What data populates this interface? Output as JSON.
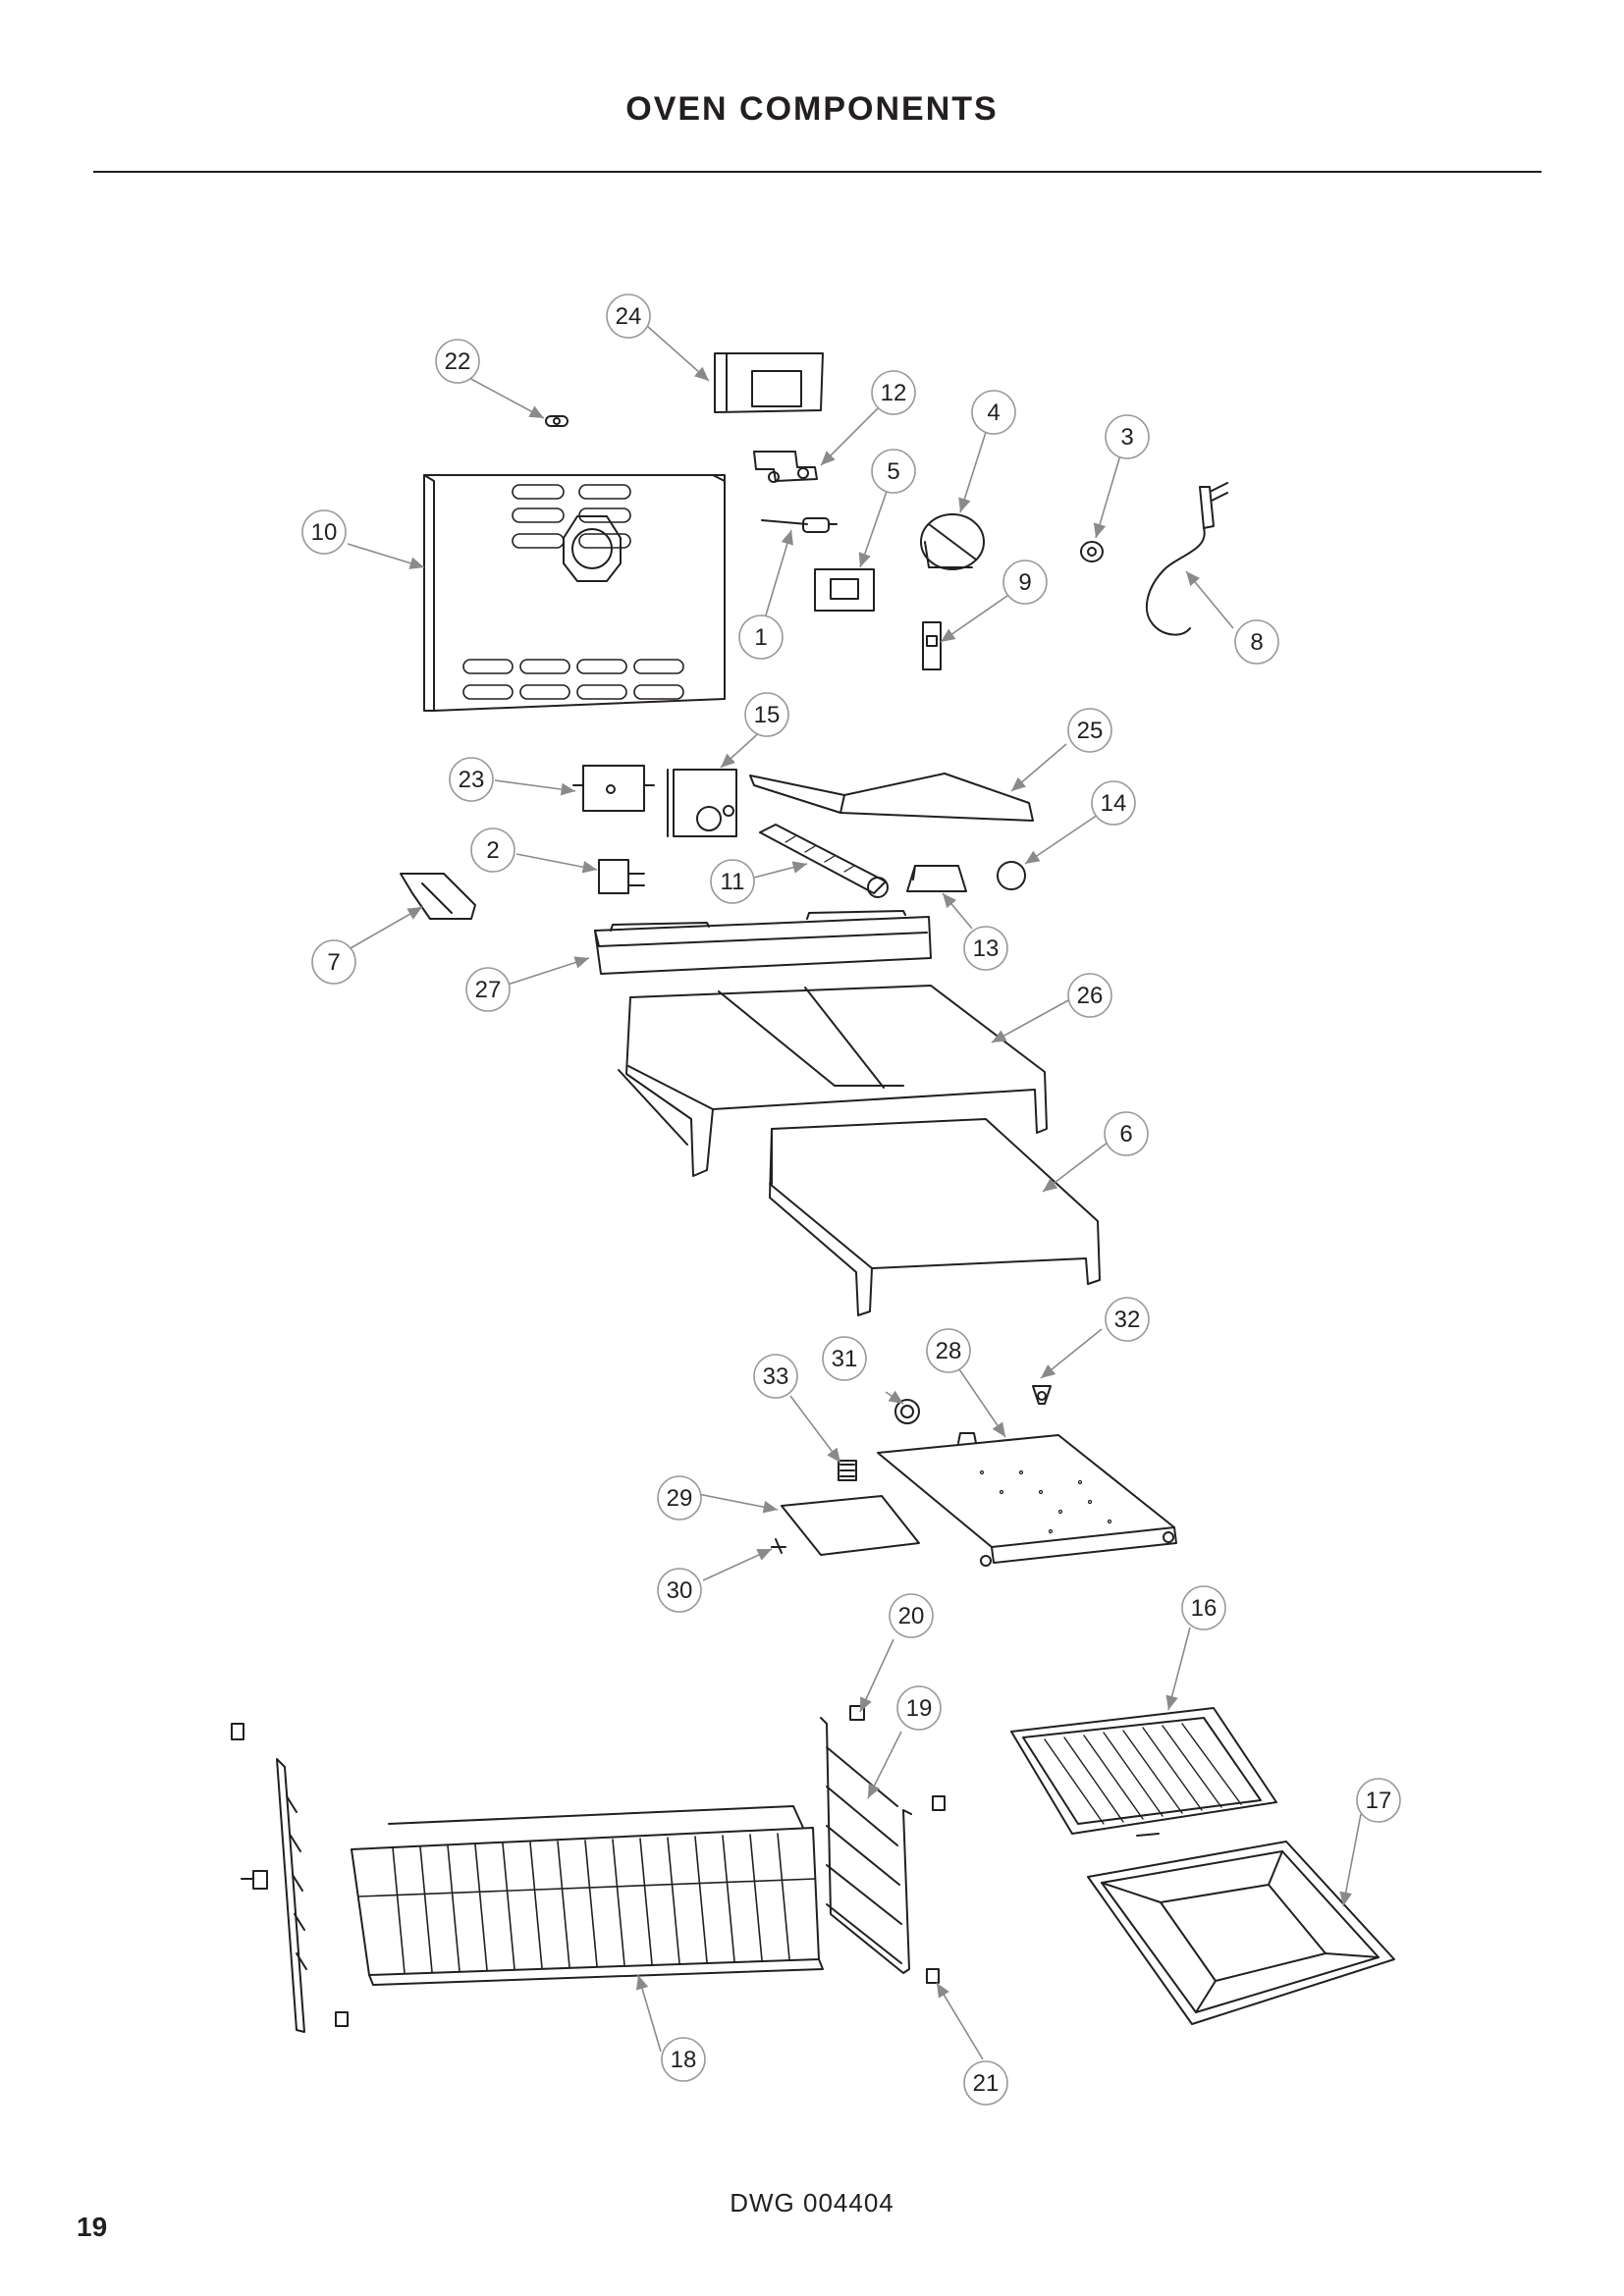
{
  "page": {
    "title": "OVEN COMPONENTS",
    "drawing_number": "DWG 004404",
    "page_number": "19"
  },
  "callouts": [
    "1",
    "2",
    "3",
    "4",
    "5",
    "6",
    "7",
    "8",
    "9",
    "10",
    "11",
    "12",
    "13",
    "14",
    "15",
    "16",
    "17",
    "18",
    "19",
    "20",
    "21",
    "22",
    "23",
    "24",
    "25",
    "26",
    "27",
    "28",
    "29",
    "30",
    "31",
    "32",
    "33"
  ],
  "colors": {
    "ink": "#231f20",
    "leader": "#8a8a8a",
    "callout_ring": "#9a9a9a"
  }
}
